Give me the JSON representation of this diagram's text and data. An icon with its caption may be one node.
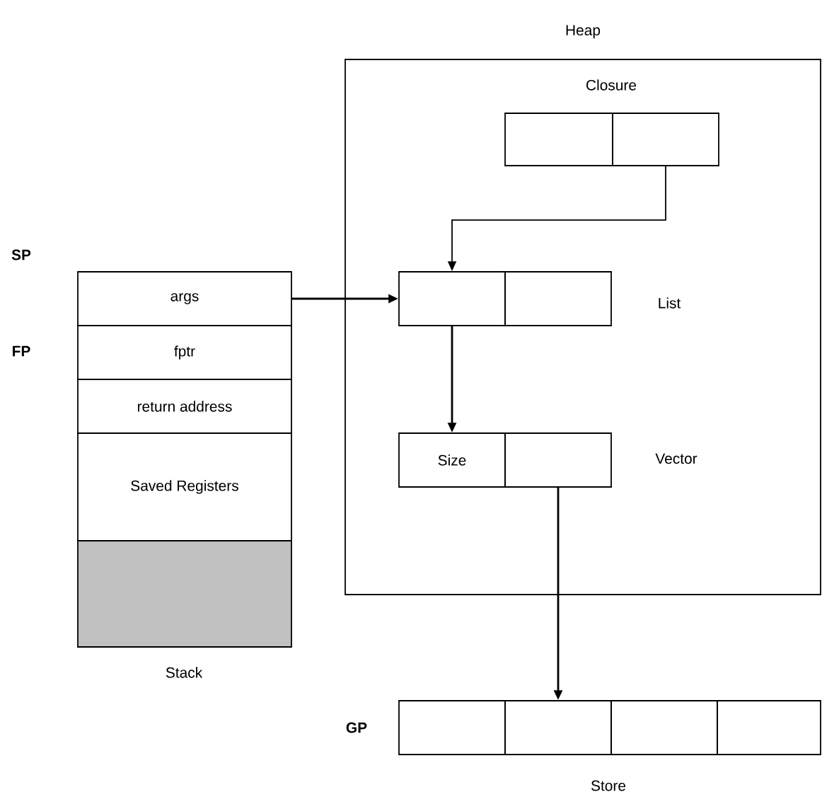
{
  "diagram": {
    "nodes": [
      {
        "text": [
          "Heap"
        ]
      },
      {
        "text": [],
        "shape": "box",
        "in": 0
      },
      {
        "text": [],
        "shape": "box",
        "in": 0
      },
      {
        "text": [
          "args"
        ]
      },
      {
        "text": [],
        "shape": "box",
        "in": 0
      },
      {
        "text": [],
        "shape": "box",
        "in": 0
      },
      {
        "text": [
          "fptr"
        ]
      },
      {
        "text": [
          "return address"
        ]
      },
      {
        "text": [
          "Size"
        ],
        "in": 0
      },
      {
        "text": [],
        "shape": "box",
        "in": 0
      },
      {
        "text": [
          "Saved Registers"
        ]
      },
      {
        "text": [],
        "shape": "box"
      },
      {
        "text": [],
        "shape": "box"
      },
      {
        "text": [],
        "shape": "box"
      },
      {
        "text": [],
        "shape": "box"
      },
      {
        "text": [],
        "shape": "box"
      }
    ],
    "edges": [
      {
        "from": 2,
        "to": 4,
        "arrow": "to"
      },
      {
        "from": 3,
        "to": 4,
        "arrow": "to"
      },
      {
        "from": 4,
        "to": 8,
        "arrow": "to"
      },
      {
        "from": 9,
        "to": 13,
        "arrow": "to"
      }
    ],
    "labels": [
      "Closure",
      "SP",
      "List",
      "FP",
      "Vector",
      "Stack",
      "GP",
      "Store"
    ]
  }
}
